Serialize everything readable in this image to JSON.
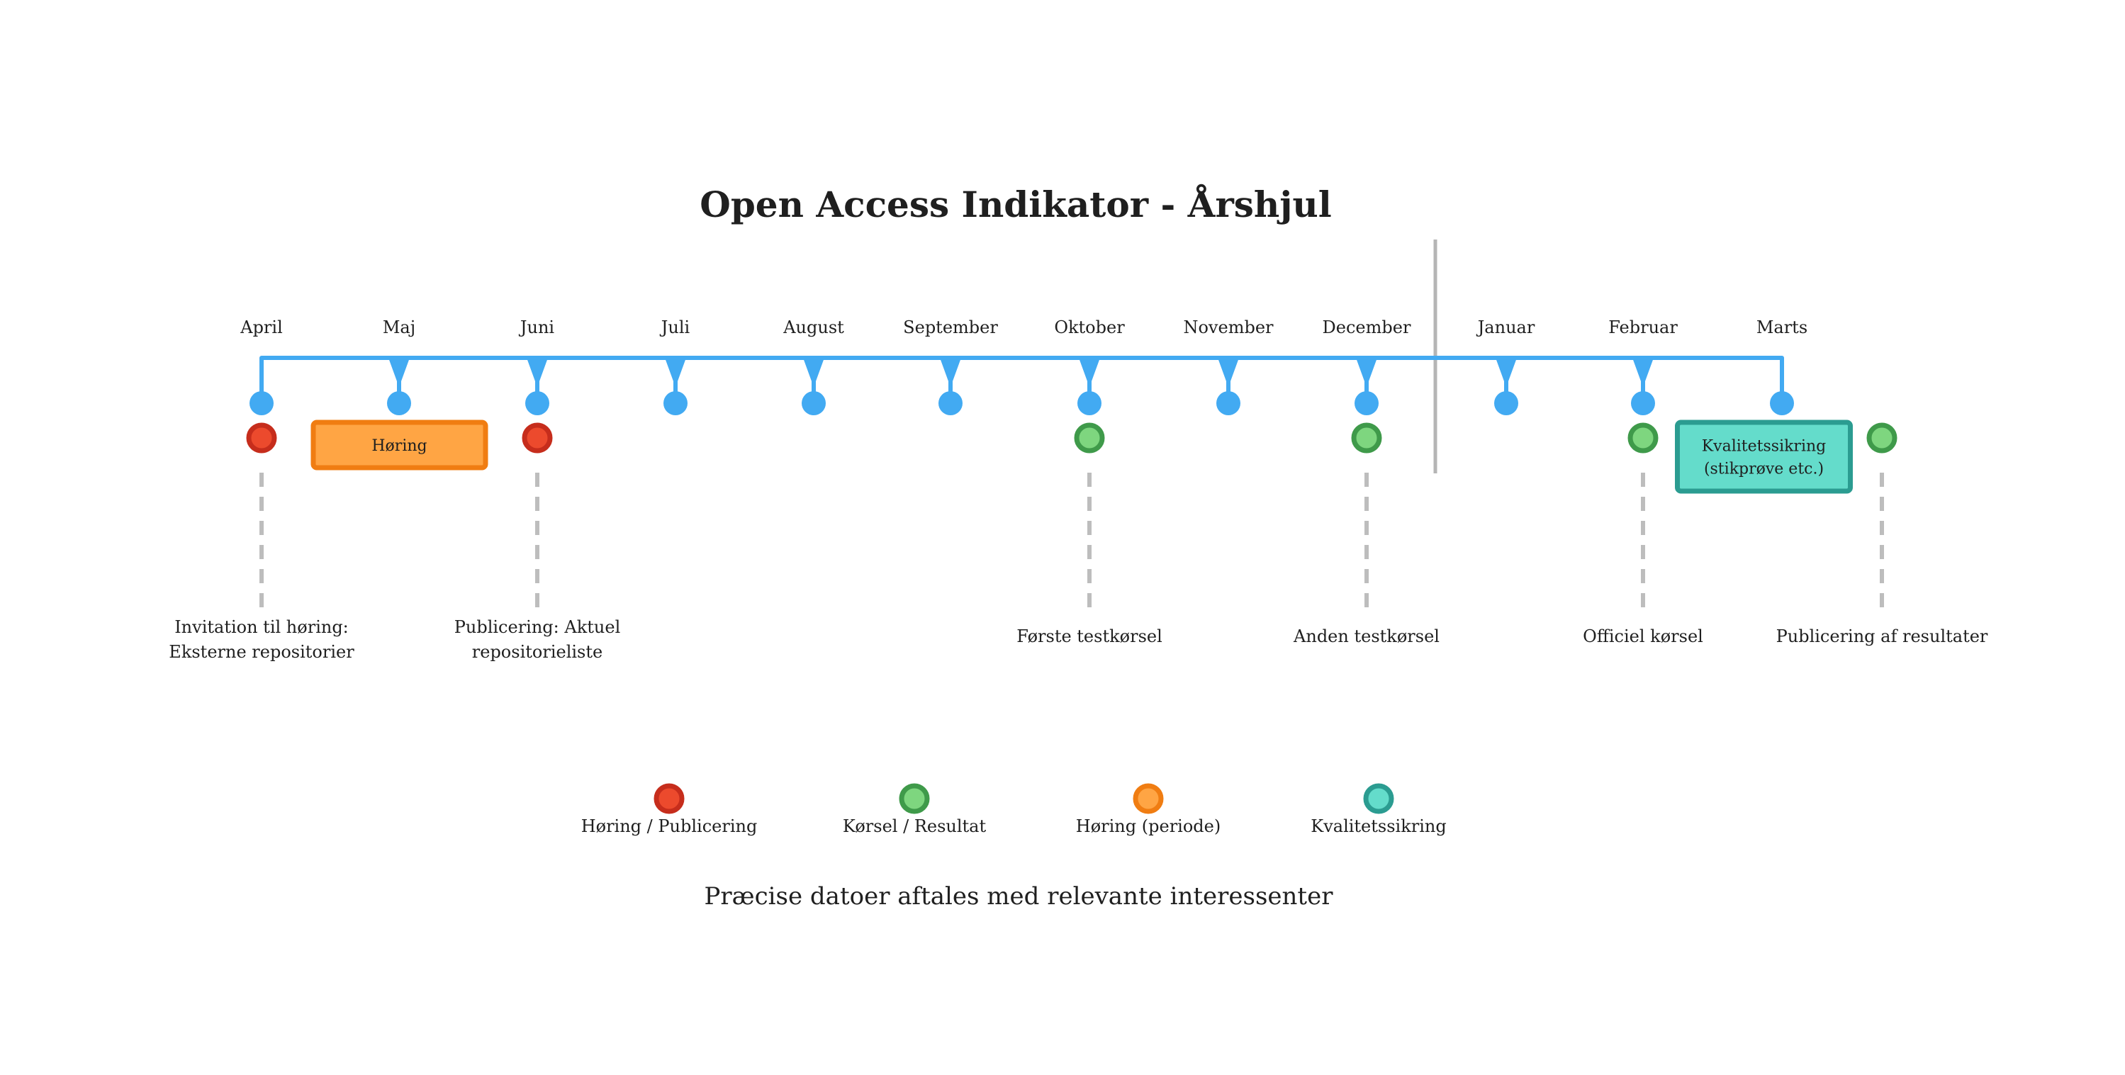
{
  "title": "Open Access Indikator - Årshjul",
  "months": [
    "April",
    "Maj",
    "Juni",
    "Juli",
    "August",
    "September",
    "Oktober",
    "November",
    "December",
    "Januar",
    "Februar",
    "Marts"
  ],
  "events": [
    {
      "month": "April",
      "type": "horing_publicering",
      "label_lines": [
        "Invitation til høring:",
        "Eksterne repositorier"
      ]
    },
    {
      "month": "Juni",
      "type": "horing_publicering",
      "label_lines": [
        "Publicering: Aktuel",
        "repositorieliste"
      ]
    },
    {
      "month": "Oktober",
      "type": "korsel_resultat",
      "label_lines": [
        "Første testkørsel"
      ]
    },
    {
      "month": "December",
      "type": "korsel_resultat",
      "label_lines": [
        "Anden testkørsel"
      ]
    },
    {
      "month": "Februar",
      "type": "korsel_resultat",
      "label_lines": [
        "Officiel kørsel"
      ]
    },
    {
      "month": "after-Marts",
      "type": "korsel_resultat",
      "label_lines": [
        "Publicering af resultater"
      ]
    }
  ],
  "periods": [
    {
      "type": "horing_periode",
      "label_lines": [
        "Høring"
      ],
      "start": "April",
      "end": "Juni"
    },
    {
      "type": "kvalitetssikring",
      "label_lines": [
        "Kvalitetssikring",
        "(stikprøve etc.)"
      ],
      "start": "Februar",
      "end": "after-Marts"
    }
  ],
  "legend": [
    {
      "type": "horing_publicering",
      "label": "Høring / Publicering"
    },
    {
      "type": "korsel_resultat",
      "label": "Kørsel / Resultat"
    },
    {
      "type": "horing_periode",
      "label": "Høring (periode)"
    },
    {
      "type": "kvalitetssikring",
      "label": "Kvalitetssikring"
    }
  ],
  "footnote": "Præcise datoer aftales med relevante interessenter",
  "colors": {
    "timeline": "#42aaf2",
    "year_divider": "#b5b5b5",
    "dashed_connector": "#bdbdbd",
    "horing_publicering": {
      "outer": "#c62d1c",
      "inner": "#ec4a2d"
    },
    "korsel_resultat": {
      "outer": "#3f9a4a",
      "inner": "#7ed67f"
    },
    "horing_periode": {
      "outer": "#f07d12",
      "inner": "#ffa544"
    },
    "kvalitetssikring": {
      "outer": "#2b9c91",
      "inner": "#64dccb"
    }
  }
}
